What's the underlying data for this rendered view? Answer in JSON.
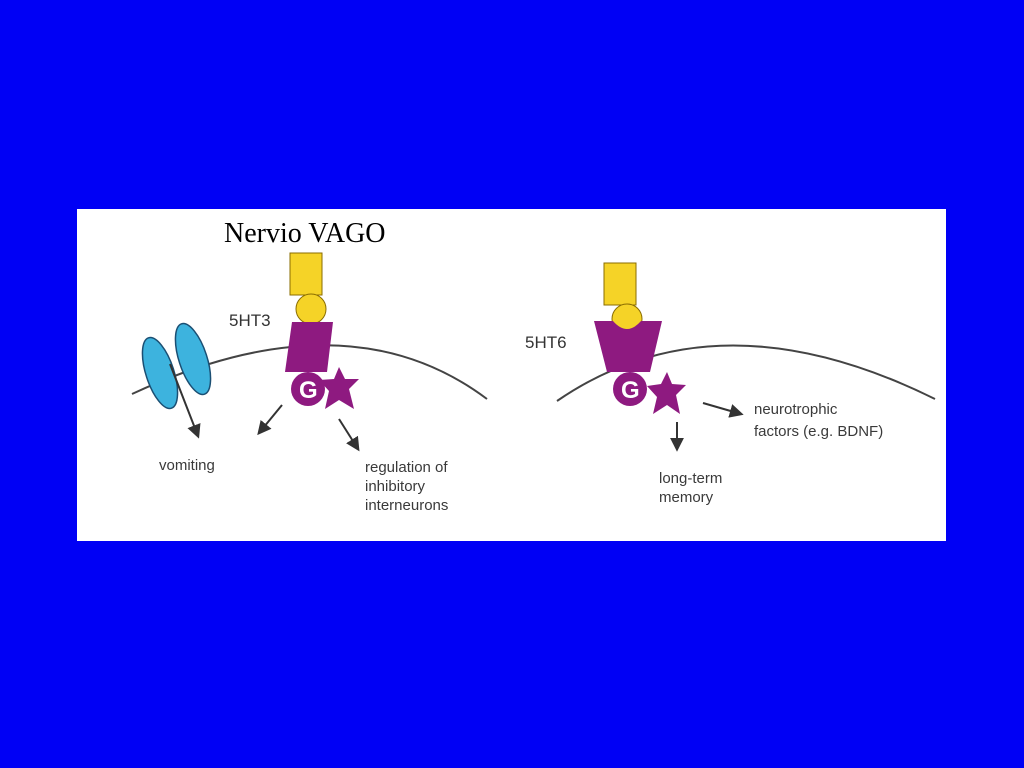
{
  "slide": {
    "background_color": "#0000F5"
  },
  "figure": {
    "title": "Nervio VAGO",
    "colors": {
      "ligand": "#F5D327",
      "receptor": "#8E1A80",
      "channel": "#3DB3DE",
      "membrane": "#444444",
      "arrow": "#333333"
    },
    "left_panel": {
      "receptor_label": "5HT3",
      "g_protein_label": "G",
      "outcome_vomiting": "vomiting",
      "outcome_regulation_lines": [
        "regulation of",
        "inhibitory",
        "interneurons"
      ]
    },
    "right_panel": {
      "receptor_label": "5HT6",
      "g_protein_label": "G",
      "outcome_memory_lines": [
        "long-term",
        "memory"
      ],
      "outcome_neurotrophic_lines": [
        "neurotrophic",
        "factors (e.g. BDNF)"
      ]
    }
  }
}
